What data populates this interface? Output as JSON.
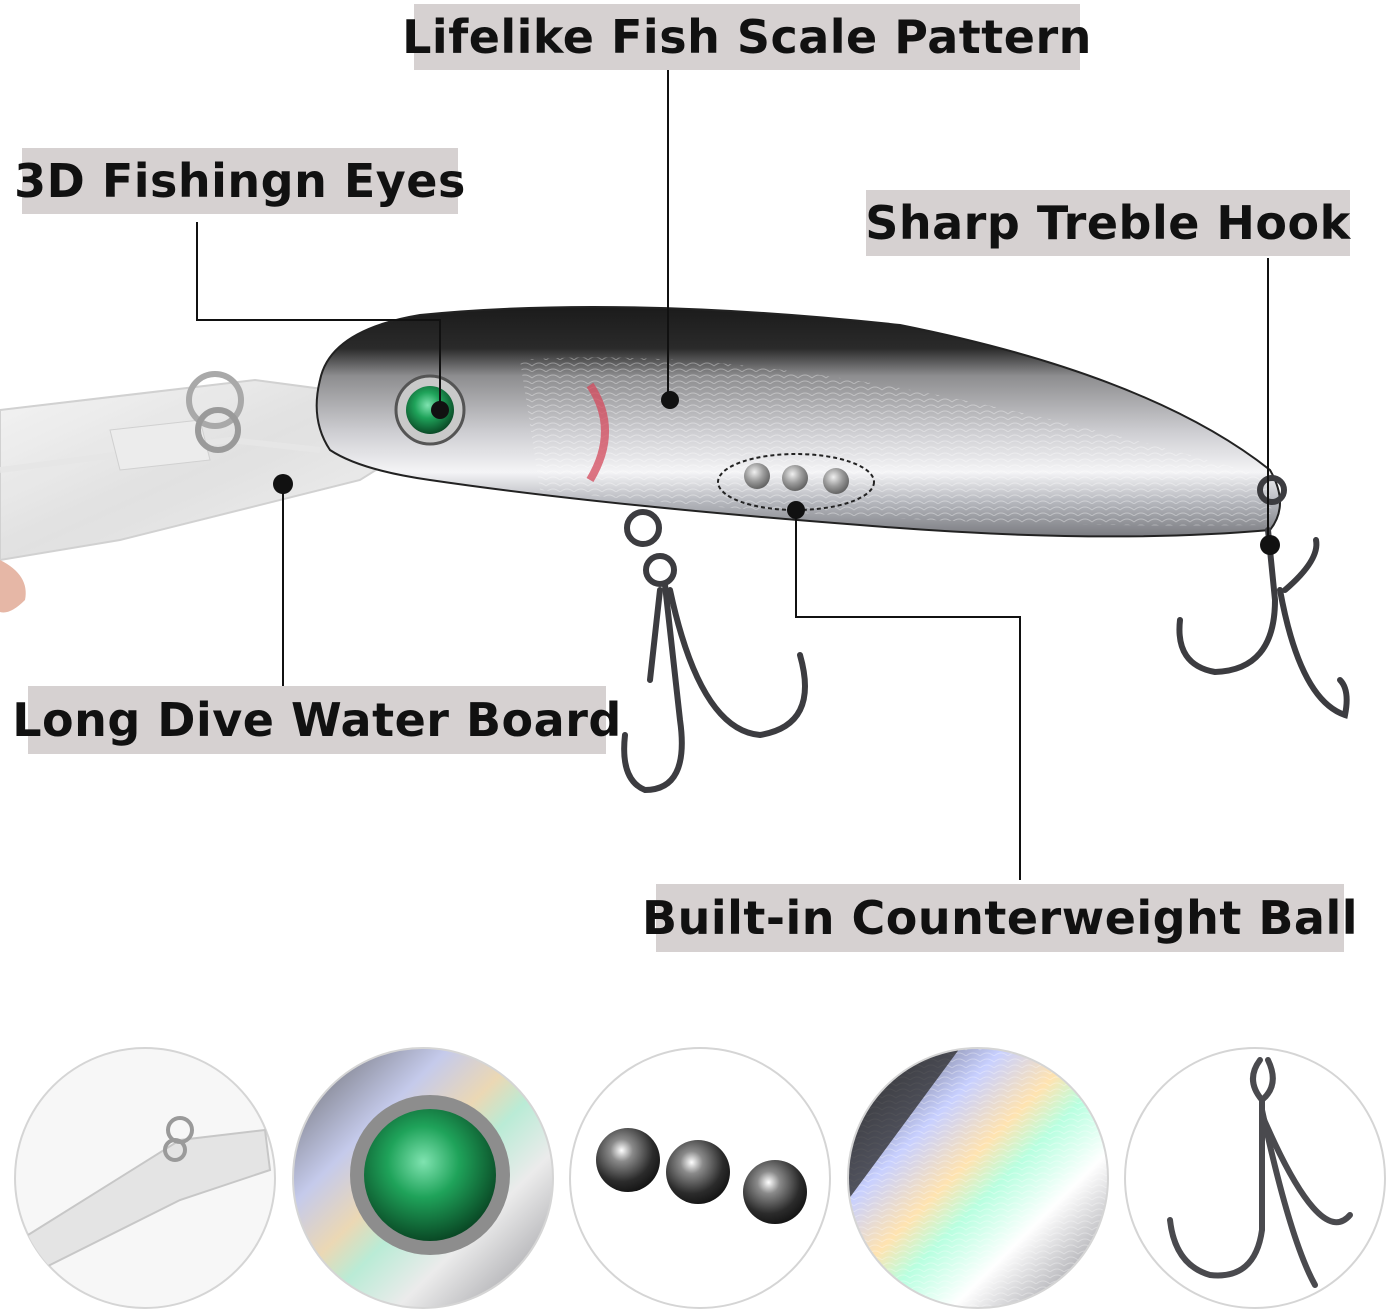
{
  "callouts": {
    "scale_pattern": "Lifelike Fish Scale Pattern",
    "eyes": "3D Fishingn Eyes",
    "treble_hook": "Sharp Treble Hook",
    "water_board": "Long Dive Water Board",
    "counterweight": "Built-in Counterweight Ball"
  },
  "icons": [
    "lure-body",
    "eye-icon",
    "treble-hook-icon",
    "split-ring-icon",
    "counterweight-ball-icon",
    "lip-icon"
  ],
  "colors": {
    "label_bg": "#d6d1d1",
    "leader": "#111111",
    "eye": "#1fa35a",
    "gill": "#d44a5c"
  }
}
